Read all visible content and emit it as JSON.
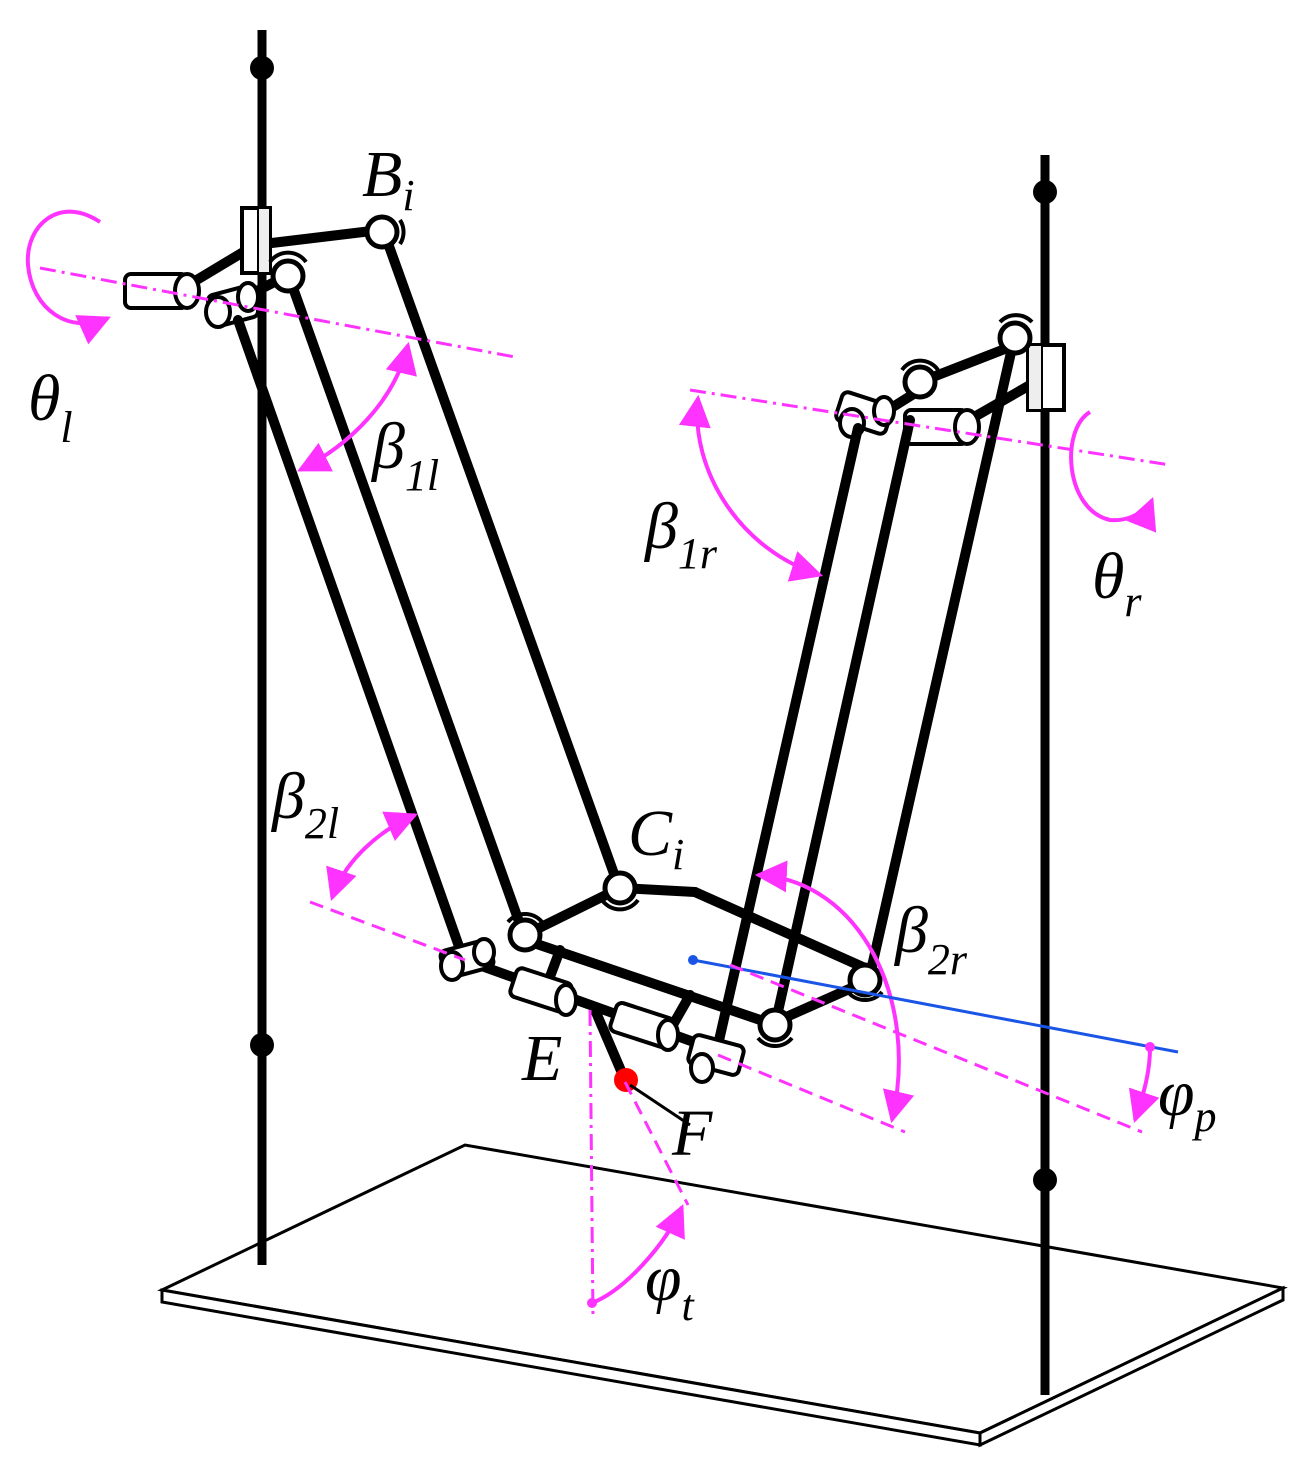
{
  "labels": {
    "theta_l": {
      "main": "θ",
      "sub": "l"
    },
    "theta_r": {
      "main": "θ",
      "sub": "r"
    },
    "B_i": {
      "main": "B",
      "sub": "i"
    },
    "C_i": {
      "main": "C",
      "sub": "i"
    },
    "beta_1l": {
      "main": "β",
      "sub": "1l"
    },
    "beta_1r": {
      "main": "β",
      "sub": "1r"
    },
    "beta_2l": {
      "main": "β",
      "sub": "2l"
    },
    "beta_2r": {
      "main": "β",
      "sub": "2r"
    },
    "E": "E",
    "F": "F",
    "phi_p": {
      "main": "φ",
      "sub": "p"
    },
    "phi_t": {
      "main": "φ",
      "sub": "t"
    }
  },
  "colors": {
    "annotation": "#ff33ff",
    "reference_line": "#1a55e6",
    "end_point": "#ff0000",
    "structure": "#000000"
  }
}
